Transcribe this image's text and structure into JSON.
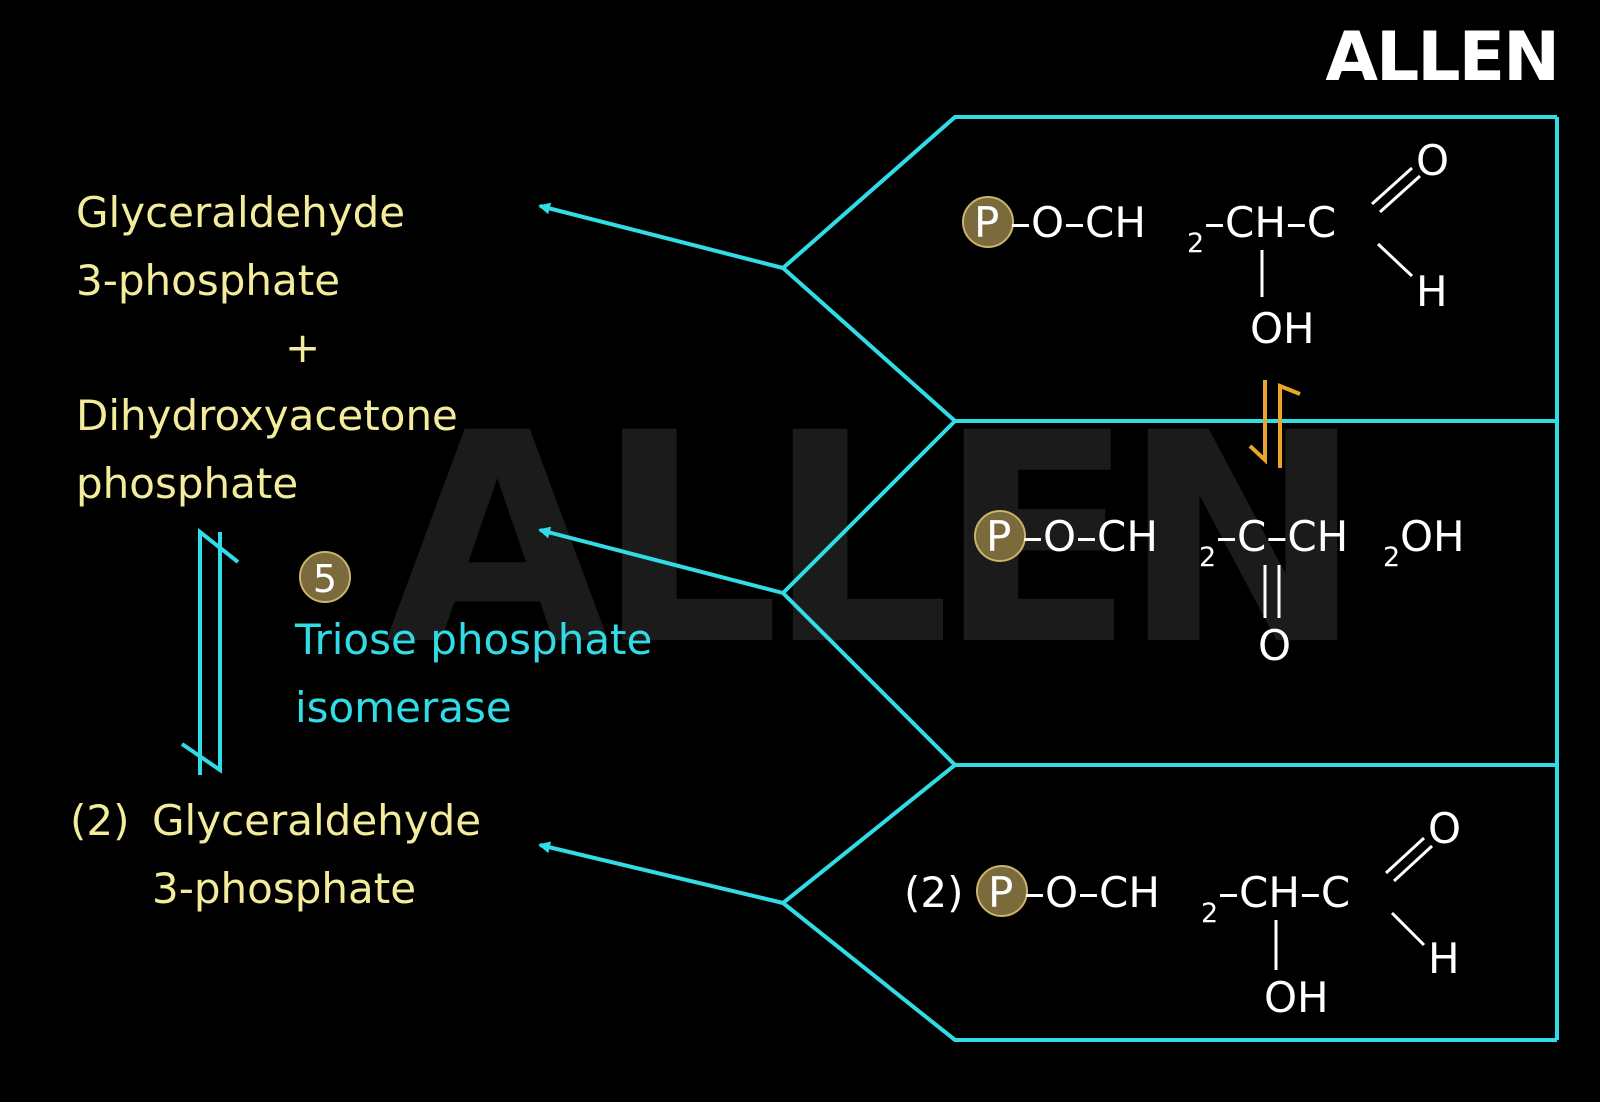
{
  "logo": "ALLEN",
  "watermark": "ALLEN",
  "labels": {
    "g3p_line1": "Glyceraldehyde",
    "g3p_line2": "3-phosphate",
    "plus": "+",
    "dhap_line1": "Dihydroxyacetone",
    "dhap_line2": "phosphate",
    "step_number": "5",
    "enzyme_line1": "Triose phosphate",
    "enzyme_line2": "isomerase",
    "product_prefix": "(2)",
    "product_line1": "Glyceraldehyde",
    "product_line2": "3-phosphate"
  },
  "structures": {
    "g3p": {
      "p": "P",
      "chain": "–O–CH",
      "sub2": "2",
      "rest": "–CH–C",
      "o": "O",
      "h": "H",
      "oh": "OH"
    },
    "dhap": {
      "p": "P",
      "chain": "–O–CH",
      "sub2": "2",
      "mid": "–C–CH",
      "sub2b": "2",
      "tail": "OH",
      "o": "O"
    },
    "g3p2": {
      "prefix": "(2)",
      "p": "P",
      "chain": "–O–CH",
      "sub2": "2",
      "rest": "–CH–C",
      "o": "O",
      "h": "H",
      "oh": "OH"
    }
  },
  "colors": {
    "background": "#000000",
    "label_yellow": "#f3ec9c",
    "accent_cyan": "#31dce6",
    "phosphate_circle": "#7a6a3c",
    "equilibrium_orange": "#e8a52a",
    "structure_white": "#ffffff"
  }
}
